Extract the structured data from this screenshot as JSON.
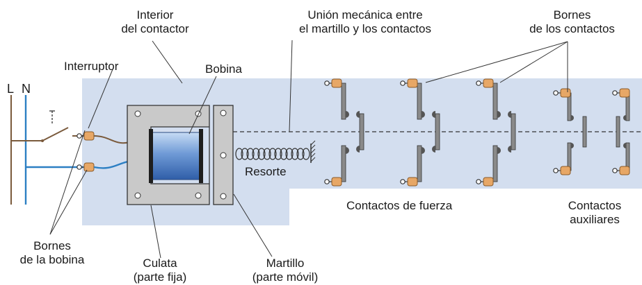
{
  "supply": {
    "phase": "L",
    "neutral": "N"
  },
  "labels": {
    "interior": [
      "Interior",
      "del contactor"
    ],
    "union": [
      "Unión mecánica entre",
      "el martillo y los contactos"
    ],
    "bornes_contactos": [
      "Bornes",
      "de los contactos"
    ],
    "interruptor": "Interruptor",
    "bobina": "Bobina",
    "resorte": "Resorte",
    "contactos_fuerza": "Contactos de fuerza",
    "contactos_aux": [
      "Contactos",
      "auxiliares"
    ],
    "bornes_bobina": [
      "Bornes",
      "de la bobina"
    ],
    "culata": [
      "Culata",
      "(parte fija)"
    ],
    "martillo": [
      "Martillo",
      "(parte móvil)"
    ]
  },
  "colors": {
    "panel": "#d3deef",
    "iron": "#c9c9c9",
    "coil": "#6f9ad6",
    "terminal": "#e7a766",
    "wire_brown": "#7a5a3c",
    "wire_blue": "#2c7fc3",
    "bar": "#8a8a8a"
  }
}
